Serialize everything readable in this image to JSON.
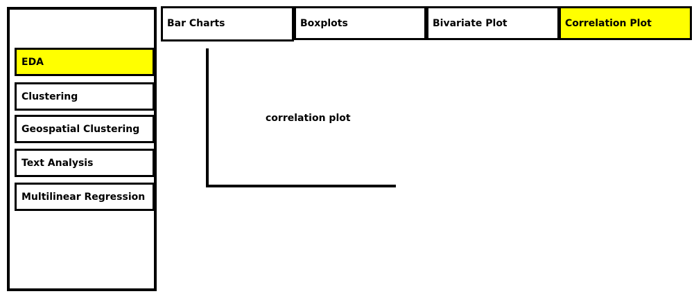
{
  "sidebar": {
    "items": [
      {
        "label": "EDA",
        "active": true
      },
      {
        "label": "Clustering",
        "active": false
      },
      {
        "label": "Geospatial Clustering",
        "active": false
      },
      {
        "label": "Text Analysis",
        "active": false
      },
      {
        "label": "Multilinear Regression",
        "active": false
      }
    ]
  },
  "tabs": [
    {
      "label": "Bar Charts",
      "active": false
    },
    {
      "label": "Boxplots",
      "active": false
    },
    {
      "label": "Bivariate Plot",
      "active": false
    },
    {
      "label": "Correlation Plot",
      "active": true
    }
  ],
  "main": {
    "plot_label": "correlation plot"
  },
  "colors": {
    "active_highlight": "#ffff00",
    "border": "#000000",
    "background": "#ffffff"
  }
}
